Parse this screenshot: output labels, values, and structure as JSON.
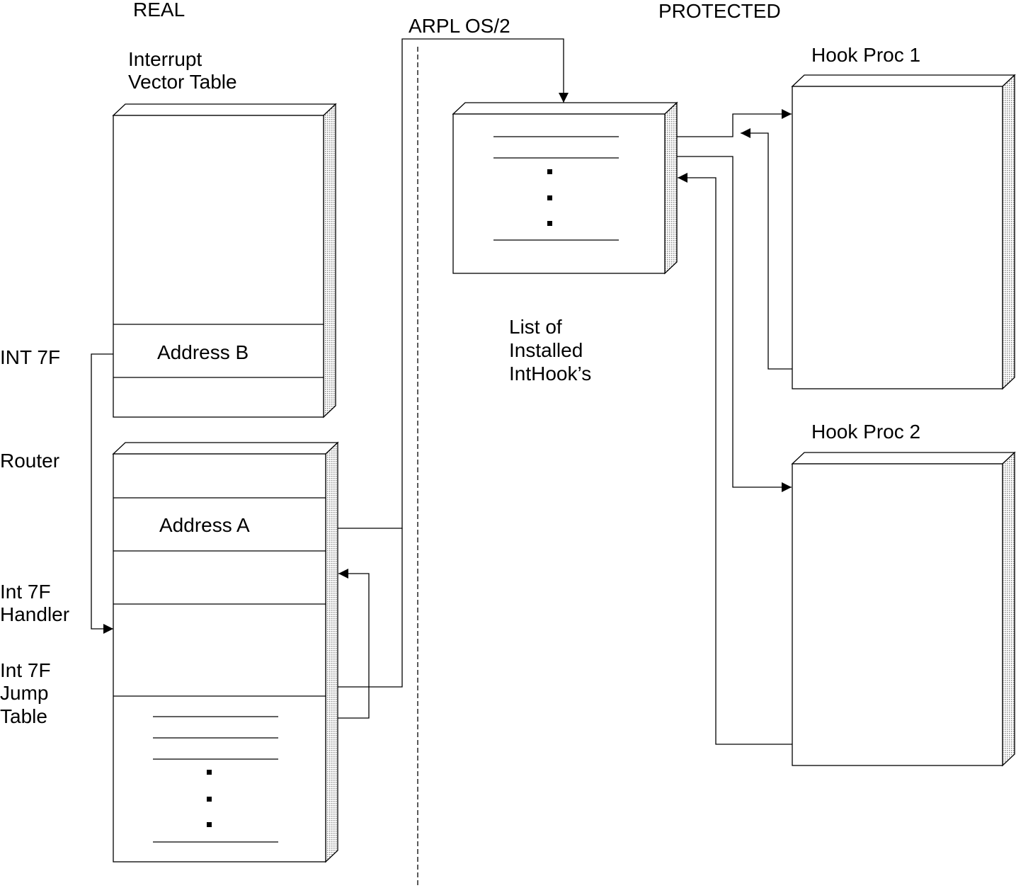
{
  "regions": {
    "real": "REAL",
    "protected": "PROTECTED",
    "boundary": "ARPL  OS/2"
  },
  "ivt": {
    "title_line1": "Interrupt",
    "title_line2": "Vector Table",
    "entry": "Address B"
  },
  "router_block": {
    "entry": "Address A"
  },
  "hook_list": {
    "caption_line1": "List of",
    "caption_line2": "Installed",
    "caption_line3": "IntHook’s"
  },
  "hook_proc_1": {
    "title": "Hook Proc 1"
  },
  "hook_proc_2": {
    "title": "Hook Proc 2"
  },
  "side_labels": {
    "int_7f": "INT 7F",
    "router": "Router",
    "handler_line1": "Int 7F",
    "handler_line2": "Handler",
    "jump_line1": "Int 7F",
    "jump_line2": "Jump",
    "jump_line3": "Table"
  },
  "colors": {
    "line": "#000000",
    "background": "#ffffff",
    "side_shading": "#9a9a9a"
  }
}
